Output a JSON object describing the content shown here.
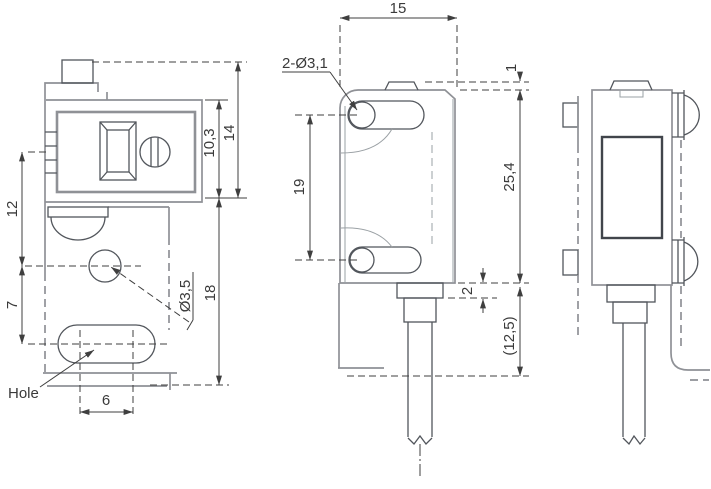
{
  "colors": {
    "background": "#ffffff",
    "part_line": "#8f9196",
    "feature_line": "#52565c",
    "dimension_line": "#3f3f3f",
    "text": "#3a3a3a"
  },
  "dims": {
    "front_width": "15",
    "mount_holes_note": "2-Ø3,1",
    "top_step": "1",
    "body_depth": "10,3",
    "total_depth": "14",
    "lens_axis_offset": "12",
    "hole_pitch": "19",
    "body_height": "25,4",
    "bracket_hole_drop": "7",
    "bracket_hole_dia": "Ø3,5",
    "bracket_height": "18",
    "gland_step": "2",
    "cable_ref": "(12,5)",
    "slot_length": "6",
    "hole_callout": "Hole"
  }
}
